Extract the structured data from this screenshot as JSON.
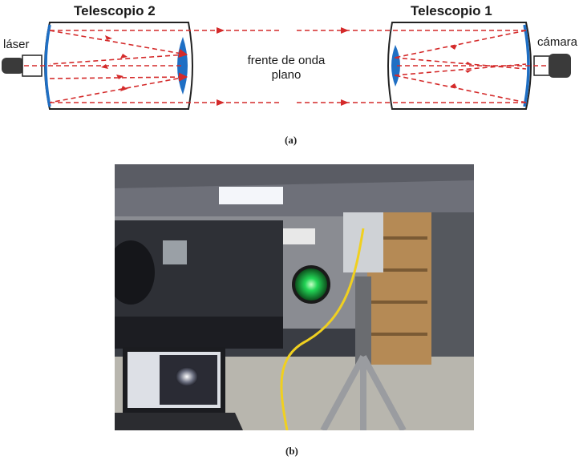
{
  "panel_a": {
    "telescope_left": "Telescopio 2",
    "telescope_right": "Telescopio 1",
    "source_left": "láser",
    "detector_right": "cámara",
    "center_line1": "frente de onda",
    "center_line2": "plano",
    "caption": "(a)"
  },
  "panel_b": {
    "caption": "(b)"
  },
  "colors": {
    "beam": "#d42a2a",
    "optics": "#1f6fc4",
    "tube_outline": "#222222",
    "device": "#3a3a3a"
  }
}
